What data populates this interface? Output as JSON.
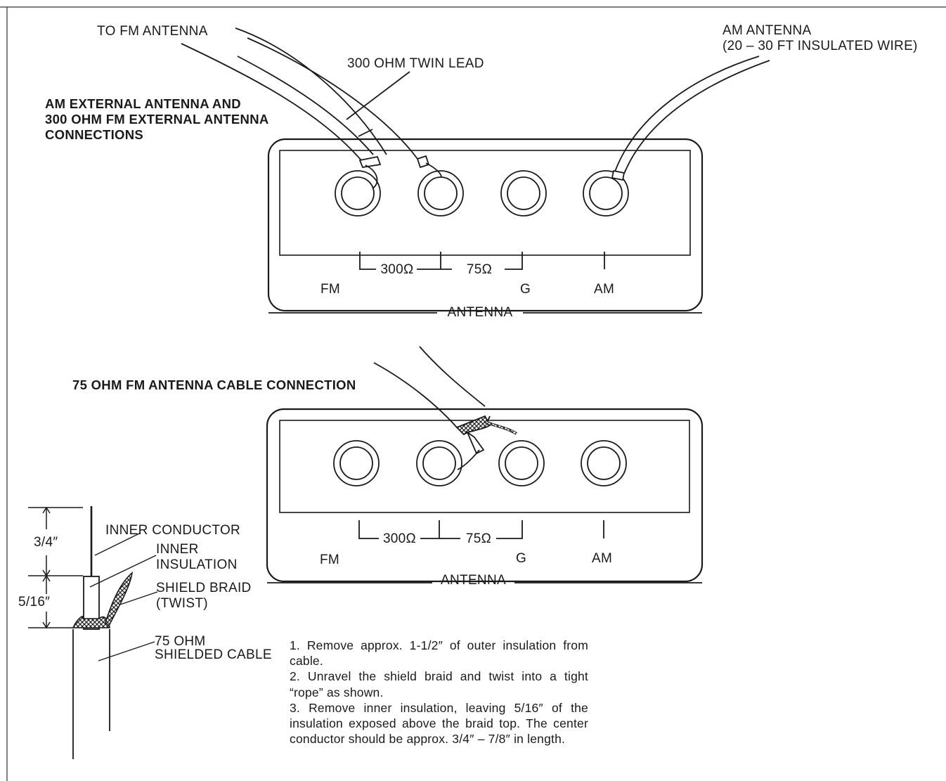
{
  "top_diagram": {
    "heading": [
      "AM EXTERNAL ANTENNA AND",
      "300 OHM FM EXTERNAL ANTENNA",
      "CONNECTIONS"
    ],
    "to_fm_antenna": "TO FM ANTENNA",
    "twin_lead": "300 OHM TWIN LEAD",
    "am_antenna": [
      "AM ANTENNA",
      "(20 – 30 FT INSULATED WIRE)"
    ],
    "impedance_300": "300Ω",
    "impedance_75": "75Ω",
    "fm": "FM",
    "g": "G",
    "am": "AM",
    "antenna": "ANTENNA"
  },
  "bottom_diagram": {
    "heading": "75 OHM FM ANTENNA CABLE CONNECTION",
    "impedance_300": "300Ω",
    "impedance_75": "75Ω",
    "fm": "FM",
    "g": "G",
    "am": "AM",
    "antenna": "ANTENNA"
  },
  "cable_detail": {
    "dim_inner": "3/4″",
    "dim_insulation": "5/16″",
    "inner_conductor": "INNER CONDUCTOR",
    "inner_insulation": [
      "INNER",
      "INSULATION"
    ],
    "shield_braid": [
      "SHIELD BRAID",
      "(TWIST)"
    ],
    "shielded_cable": [
      "75 OHM",
      "SHIELDED CABLE"
    ]
  },
  "instructions": [
    "1. Remove approx. 1-1/2″ of outer insulation from cable.",
    "2. Unravel the shield braid and twist into a tight “rope” as shown.",
    "3. Remove inner insulation, leaving 5/16″ of the insulation exposed above the braid top. The center conductor should be approx. 3/4″ – 7/8″ in length."
  ]
}
